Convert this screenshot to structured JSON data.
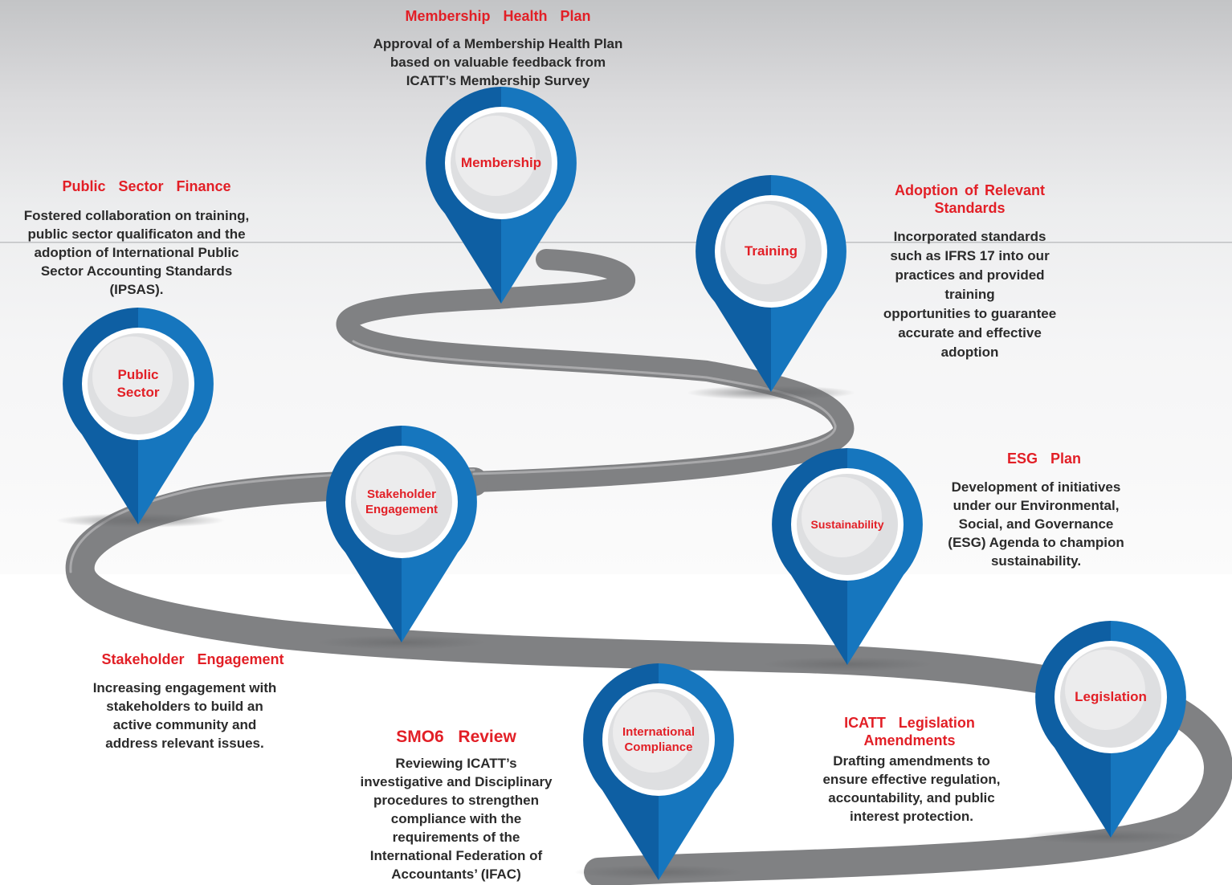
{
  "colors": {
    "pin_dark": "#0e5fa3",
    "pin_light": "#1676be",
    "accent_red": "#e21f26",
    "road": "#808183",
    "text": "#2b2b2b"
  },
  "pins": {
    "membership": "Membership",
    "training": "Training",
    "public_sector": "Public\nSector",
    "stakeholder": "Stakeholder\nEngagement",
    "sustainability": "Sustainability",
    "international": "International\nCompliance",
    "legislation": "Legislation"
  },
  "callouts": {
    "membership": {
      "title": "Membership  Health  Plan",
      "body": "Approval of a Membership Health Plan\nbased on valuable feedback from\nICATT’s Membership Survey"
    },
    "public_sector": {
      "title": "Public  Sector  Finance",
      "body": "Fostered collaboration on training,\npublic sector qualificaton and the\nadoption of International Public\nSector Accounting Standards\n(IPSAS)."
    },
    "standards": {
      "title": "Adoption of Relevant\nStandards",
      "body": "Incorporated standards\nsuch as IFRS 17 into our\npractices and provided\ntraining\nopportunities to guarantee\naccurate and effective\nadoption"
    },
    "esg": {
      "title": "ESG  Plan",
      "body": "Development of initiatives\nunder our Environmental,\nSocial, and Governance\n(ESG) Agenda to champion\nsustainability."
    },
    "stakeholder": {
      "title": "Stakeholder  Engagement",
      "body": "Increasing engagement with\nstakeholders to build an\nactive community and\naddress relevant issues."
    },
    "smo6": {
      "title": "SMO6  Review",
      "body": "Reviewing ICATT’s\ninvestigative and Disciplinary\nprocedures to strengthen\ncompliance with the\nrequirements of the\nInternational Federation of\nAccountants’ (IFAC)"
    },
    "legislation": {
      "title": "ICATT  Legislation\nAmendments",
      "body": "Drafting amendments to\nensure effective regulation,\naccountability, and public\ninterest protection."
    }
  }
}
